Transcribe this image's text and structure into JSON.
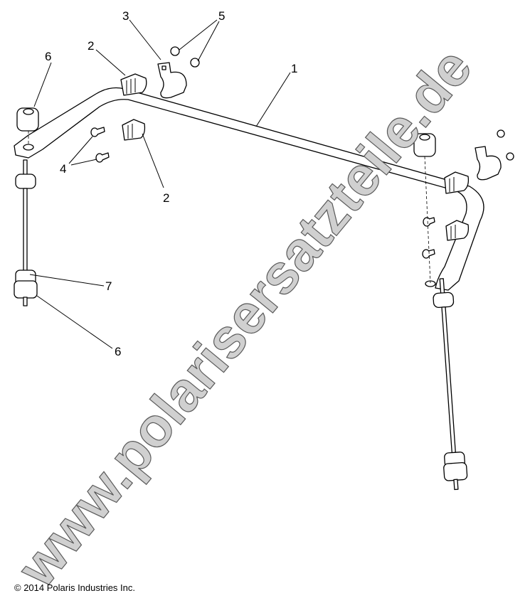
{
  "diagram": {
    "callouts": [
      "1",
      "2",
      "2",
      "3",
      "4",
      "5",
      "6",
      "6",
      "7"
    ],
    "watermark": "www.polarisersatzteile.de",
    "copyright": "© 2014 Polaris Industries Inc."
  },
  "colors": {
    "line": "#000000",
    "watermark_fill": "#d0d0d0"
  }
}
